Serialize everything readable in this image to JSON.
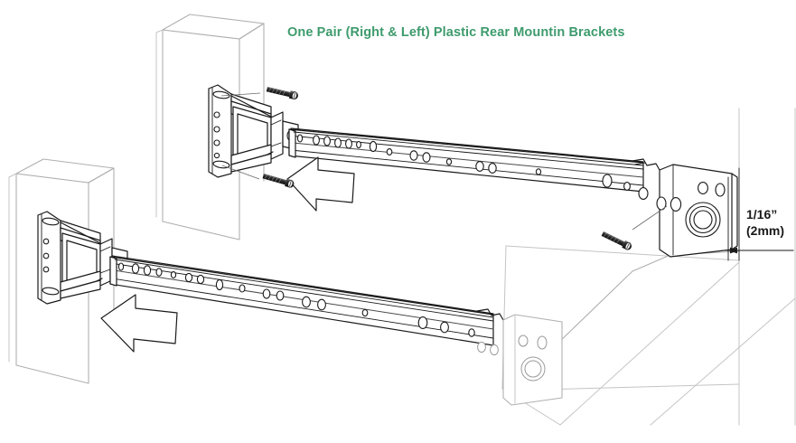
{
  "title": {
    "text": "One Pair (Right & Left) Plastic Rear Mountin Brackets",
    "color": "#3e9b6d"
  },
  "dimension": {
    "imperial": "1/16”",
    "metric": "(2mm)"
  },
  "colors": {
    "line_dark": "#1a1a1a",
    "line_mid": "#555555",
    "line_light": "#b8b8b8",
    "line_faint": "#c9c9c9",
    "fill_white": "#ffffff",
    "screw_dark": "#2b2b2b",
    "background": "#ffffff"
  },
  "parts": [
    {
      "id": "post-upper",
      "label": "cabinet-post-upper"
    },
    {
      "id": "post-lower",
      "label": "cabinet-post-lower"
    },
    {
      "id": "bracket-rear-right",
      "label": "plastic-rear-mounting-bracket-right"
    },
    {
      "id": "bracket-rear-left",
      "label": "plastic-rear-mounting-bracket-left"
    },
    {
      "id": "slide-rail-upper",
      "label": "drawer-slide-rail-upper"
    },
    {
      "id": "slide-rail-lower",
      "label": "drawer-slide-rail-lower"
    },
    {
      "id": "front-bracket-upper",
      "label": "front-mounting-bracket-upper"
    },
    {
      "id": "front-bracket-lower",
      "label": "front-mounting-bracket-lower"
    },
    {
      "id": "cabinet-panel",
      "label": "cabinet-side-panel"
    }
  ],
  "arrows": [
    {
      "id": "arrow-upper",
      "direction": "left",
      "meaning": "insert-rail-into-bracket"
    },
    {
      "id": "arrow-lower",
      "direction": "left",
      "meaning": "insert-rail-into-bracket"
    }
  ],
  "screws": [
    {
      "id": "screw-upper-top",
      "target": "bracket-rear-right-upper-hole"
    },
    {
      "id": "screw-upper-bottom",
      "target": "bracket-rear-right-lower-hole"
    },
    {
      "id": "screw-front-upper",
      "target": "front-bracket-upper-hole"
    }
  ]
}
